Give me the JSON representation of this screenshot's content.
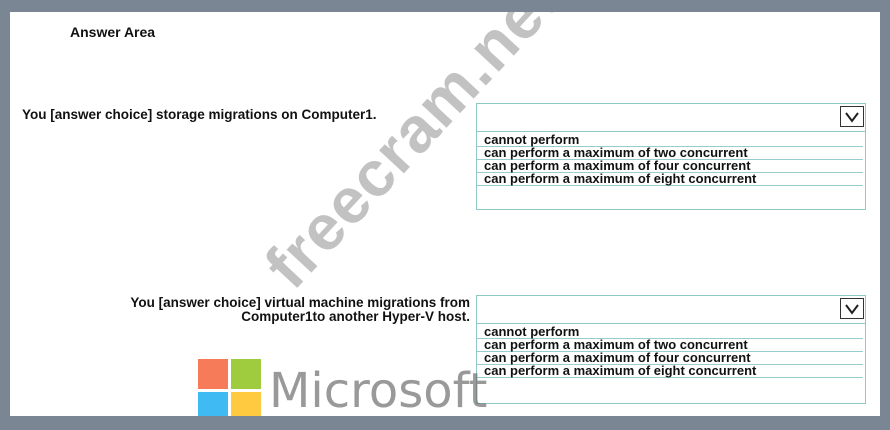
{
  "answer_area": {
    "title": "Answer Area"
  },
  "questions": [
    {
      "text": "You [answer choice] storage migrations on Computer1.",
      "options": [
        "cannot perform",
        "can perform a maximum of two concurrent",
        "can perform a maximum of four concurrent",
        "can perform a maximum of eight concurrent"
      ]
    },
    {
      "text_line1": "You [answer choice] virtual machine migrations from",
      "text_line2": "Computer1to another Hyper-V host.",
      "options": [
        "cannot perform",
        "can perform a maximum of two concurrent",
        "can perform a maximum of four concurrent",
        "can perform a maximum of eight concurrent"
      ]
    }
  ],
  "watermark": {
    "text": "freecram.net"
  },
  "logo": {
    "text": "Microsoft",
    "colors": [
      "#f25022",
      "#7fba00",
      "#00a4ef",
      "#ffb900"
    ]
  },
  "colors": {
    "border": "#8fc7c4",
    "background": "#7a8694"
  },
  "icons": {
    "dropdown_toggle": "chevron-down-icon"
  }
}
